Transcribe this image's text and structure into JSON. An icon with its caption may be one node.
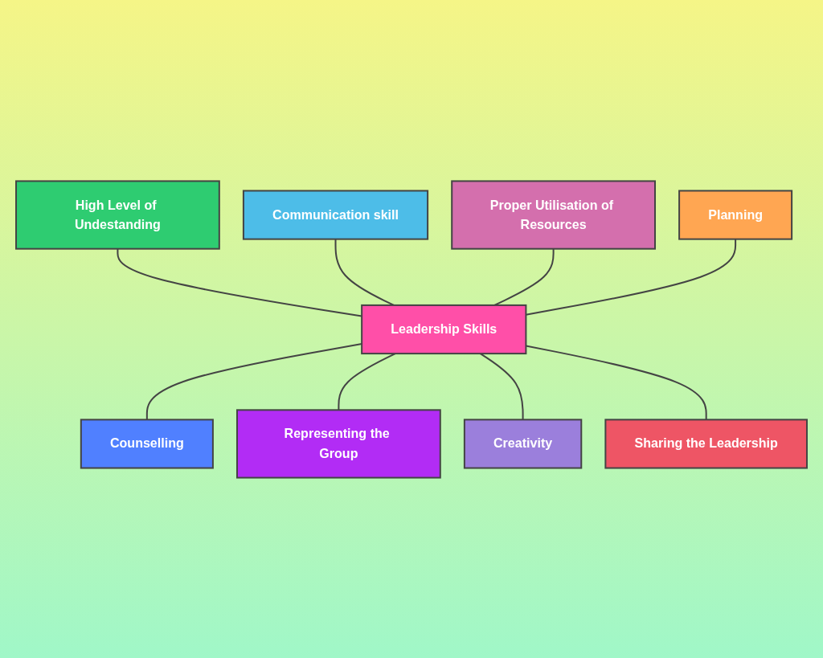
{
  "diagram": {
    "nodes": [
      {
        "text": [
          "High Level of Undestanding"
        ]
      },
      {
        "text": [
          "Communication skill"
        ]
      },
      {
        "text": [
          "Proper Utilisation of Resources"
        ]
      },
      {
        "text": [
          "Planning"
        ]
      },
      {
        "text": [
          "Leadership Skills"
        ]
      },
      {
        "text": [
          "Counselling"
        ]
      },
      {
        "text": [
          "Representing the Group"
        ]
      },
      {
        "text": [
          "Creativity"
        ]
      },
      {
        "text": [
          "Sharing the Leadership"
        ]
      }
    ],
    "edges": [
      {
        "from": 0,
        "to": 4,
        "arrow": "none"
      },
      {
        "from": 1,
        "to": 4,
        "arrow": "none"
      },
      {
        "from": 2,
        "to": 4,
        "arrow": "none"
      },
      {
        "from": 3,
        "to": 4,
        "arrow": "none"
      },
      {
        "from": 4,
        "to": 5,
        "arrow": "none"
      },
      {
        "from": 4,
        "to": 6,
        "arrow": "none"
      },
      {
        "from": 4,
        "to": 7,
        "arrow": "none"
      },
      {
        "from": 4,
        "to": 8,
        "arrow": "none"
      }
    ]
  }
}
